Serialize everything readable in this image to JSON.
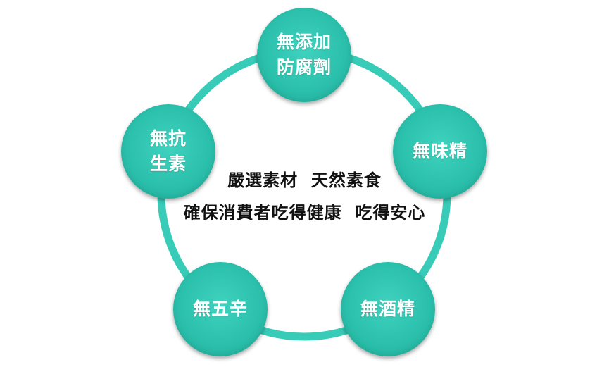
{
  "colors": {
    "ring": "#38ccb8",
    "node": "#2cc1ad",
    "node_text": "#ffffff",
    "center_text": "#111111"
  },
  "nodes": [
    {
      "lines": [
        "無添加",
        "防腐劑"
      ]
    },
    {
      "lines": [
        "無味精"
      ]
    },
    {
      "lines": [
        "無酒精"
      ]
    },
    {
      "lines": [
        "無五辛"
      ]
    },
    {
      "lines": [
        "無抗",
        "生素"
      ]
    }
  ],
  "center": {
    "line1": "嚴選素材  天然素食",
    "line2": "確保消費者吃得健康  吃得安心"
  }
}
